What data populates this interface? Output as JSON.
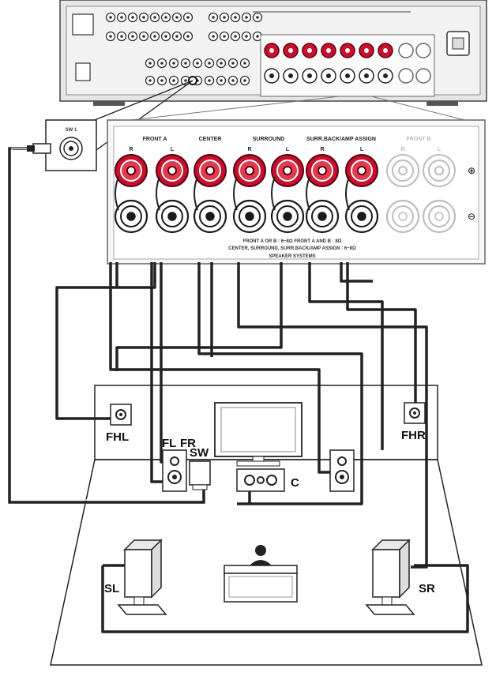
{
  "receiver": {
    "sw_label": "SW 1"
  },
  "speaker_panel": {
    "group_labels": [
      "FRONT A",
      "CENTER",
      "SURROUND",
      "SURR.BACK/AMP ASSIGN",
      "FRONT B"
    ],
    "channel_labels": [
      "R",
      "L",
      "R",
      "L",
      "R",
      "L",
      "R",
      "L"
    ],
    "plus_symbol": "⊕",
    "minus_symbol": "⊖",
    "impedance_line_1": "FRONT A OR B : 6~8Ω    FRONT A AND B : 8Ω",
    "impedance_line_2": "CENTER, SURROUND, SURR.BACK/AMP ASSIGN : 6~8Ω",
    "footer": "SPEAKER SYSTEMS",
    "colors": {
      "positive": "#c8102e",
      "negative": "#1a1a1a",
      "inactive": "#bdbdbd"
    }
  },
  "speakers": {
    "fhl": "FHL",
    "fhr": "FHR",
    "fl": "FL",
    "fr": "FR",
    "sw": "SW",
    "c": "C",
    "sl": "SL",
    "sr": "SR"
  }
}
